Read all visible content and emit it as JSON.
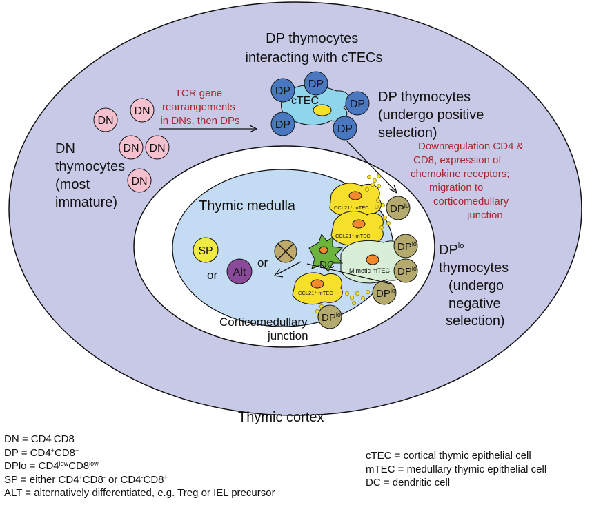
{
  "title_lines": [
    "DP thymocytes",
    "interacting with cTECs"
  ],
  "tcr_note": [
    "TCR gene",
    "rearrangements",
    "in DNs, then DPs"
  ],
  "dn_label": [
    "DN",
    "thymocytes",
    "(most",
    "immature)"
  ],
  "dp_positive": [
    "DP thymocytes",
    "(undergo positive",
    "selection)"
  ],
  "downregulation_note": [
    "Downregulation CD4 &",
    "CD8, expression of",
    "chemokine receptors;",
    "migration to",
    "corticomedullary",
    "junction"
  ],
  "dplo_label": {
    "main": "DP",
    "sup": "lo",
    "lines": [
      "thymocytes",
      "(undergo",
      "negative",
      "selection)"
    ]
  },
  "medulla_label": "Thymic medulla",
  "cortex_label": "Thymic cortex",
  "cmj_label": [
    "Corticomedullary",
    "junction"
  ],
  "cells": {
    "dn": "DN",
    "dp": "DP",
    "dplo_main": "DP",
    "dplo_sup": "lo",
    "ctec": "cTEC",
    "ccl21_mtec": "CCL21⁺ mTEC",
    "mimetic_mtec": "Mimetic mTEC",
    "dc": "DC",
    "sp": "SP",
    "alt": "Alt",
    "or": "or"
  },
  "legend_left": [
    {
      "key": "DN = CD4",
      "parts": [
        [
          "DN = CD4",
          ""
        ],
        [
          "-",
          "sup"
        ],
        [
          "CD8",
          ""
        ],
        [
          "-",
          "sup"
        ]
      ]
    },
    {
      "key": "DP = CD4",
      "parts": [
        [
          "DP = CD4",
          ""
        ],
        [
          "+",
          "sup"
        ],
        [
          "CD8",
          ""
        ],
        [
          "+",
          "sup"
        ]
      ]
    },
    {
      "key": "DPlo = CD4",
      "parts": [
        [
          "DPlo = CD4",
          ""
        ],
        [
          "low",
          "sup"
        ],
        [
          "CD8",
          ""
        ],
        [
          "low",
          "sup"
        ]
      ]
    },
    {
      "key": "SP = either",
      "parts": [
        [
          "SP = either CD4",
          ""
        ],
        [
          "+",
          "sup"
        ],
        [
          "CD8",
          ""
        ],
        [
          "-",
          "sup"
        ],
        [
          " or CD4",
          ""
        ],
        [
          "-",
          "sup"
        ],
        [
          "CD8",
          ""
        ],
        [
          "+",
          "sup"
        ]
      ]
    },
    {
      "key": "ALT",
      "parts": [
        [
          "ALT = alternatively differentiated, e.g. Treg or IEL precursor",
          ""
        ]
      ]
    }
  ],
  "legend_right": [
    "cTEC = cortical thymic epithelial cell",
    "mTEC = medullary thymic epithelial cell",
    "DC = dendritic cell"
  ],
  "colors": {
    "cortex": "#c7c9e7",
    "inner_ring": "#ffffff",
    "medulla": "#c3dbf3",
    "dn_cell": "#f6c1cf",
    "dp_cell": "#4a78c0",
    "ctec": "#8fd6ec",
    "dplo_cell": "#b4aa6e",
    "mtec": "#f7e02a",
    "mimetic": "#d8eed6",
    "nucleus": "#f08a2c",
    "dc": "#6cb43c",
    "sp": "#f0ea45",
    "alt": "#8a4a9a",
    "dead": "#bfa96a",
    "red_text": "#a8272f"
  }
}
